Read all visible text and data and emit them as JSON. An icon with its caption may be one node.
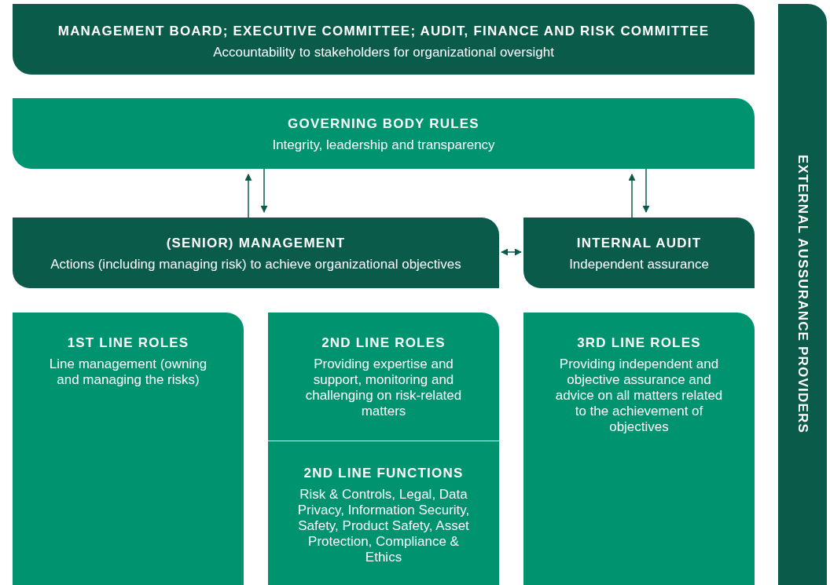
{
  "diagram": {
    "nodes": [
      {
        "text": [
          "MANAGEMENT BOARD; EXECUTIVE COMMITTEE; AUDIT, FINANCE AND RISK COMMITTEE",
          "Accountability to stakeholders for organizational oversight"
        ]
      },
      {
        "text": [
          "GOVERNING BODY RULES",
          "Integrity, leadership and transparency"
        ]
      },
      {
        "text": [
          "(SENIOR) MANAGEMENT",
          "Actions (including managing risk) to achieve organizational objectives"
        ]
      },
      {
        "text": [
          "INTERNAL AUDIT",
          "Independent assurance"
        ]
      },
      {
        "text": [
          "1ST LINE ROLES",
          "Line management (owning and managing the risks)"
        ]
      },
      {
        "text": [
          "2ND LINE ROLES",
          "Providing expertise and support, monitoring and challenging on risk-related matters"
        ]
      },
      {
        "text": [
          "2ND LINE FUNCTIONS",
          "Risk & Controls, Legal, Data Privacy, Information Security, Safety, Product Safety, Asset Protection, Compliance & Ethics"
        ]
      },
      {
        "text": [
          "3RD LINE ROLES",
          "Providing independent and objective assurance and advice on all matters related to the achievement of objectives"
        ]
      },
      {
        "text": [
          "EXTERNAL AUSSURANCE PROVIDERS"
        ]
      }
    ],
    "edges": [
      {
        "from": 2,
        "to": 1,
        "arrow": "to"
      },
      {
        "from": 1,
        "to": 2,
        "arrow": "to"
      },
      {
        "from": 3,
        "to": 1,
        "arrow": "to"
      },
      {
        "from": 1,
        "to": 3,
        "arrow": "to"
      },
      {
        "from": 2,
        "to": 3,
        "arrow": "both"
      }
    ]
  }
}
